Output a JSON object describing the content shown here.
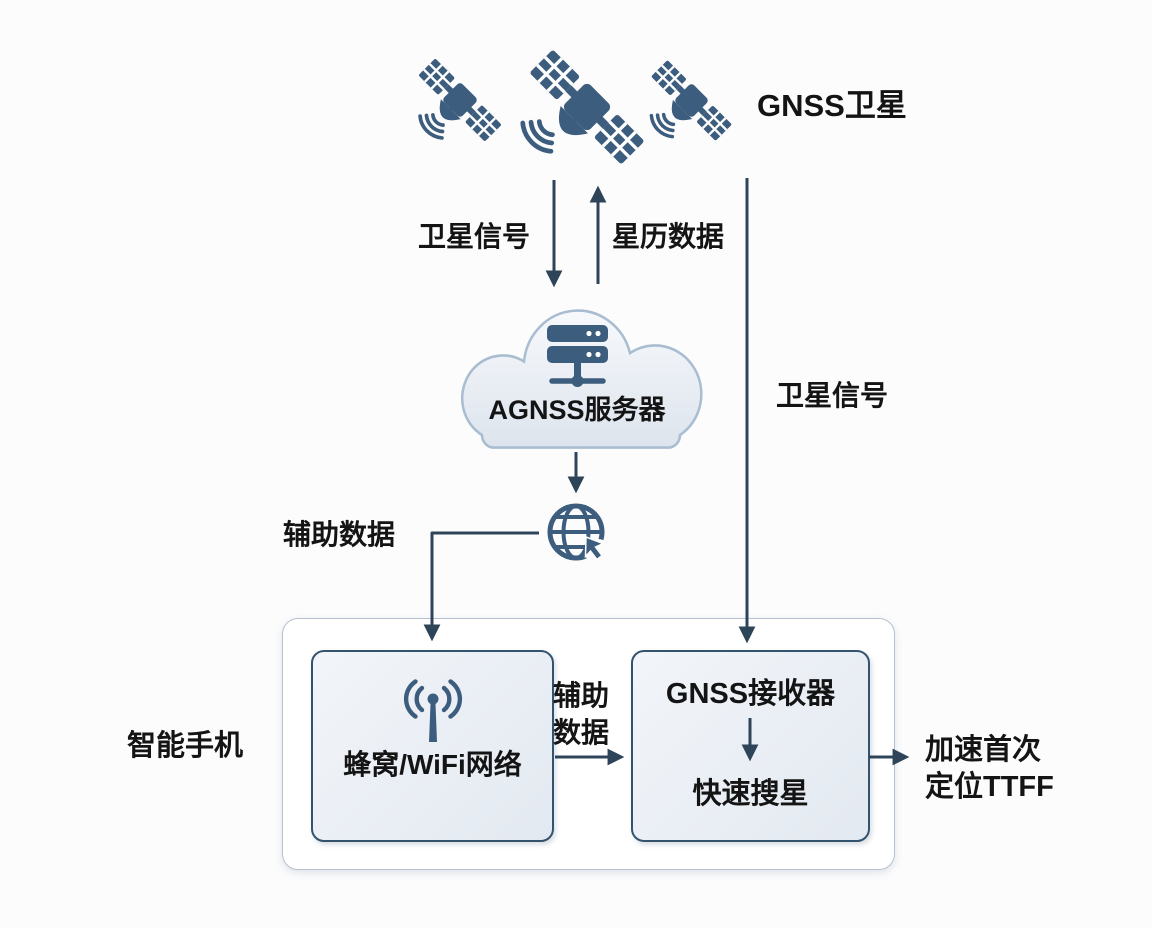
{
  "diagram": {
    "title": "GNSS卫星",
    "nodes": {
      "agnss_server": "AGNSS服务器",
      "smartphone": "智能手机",
      "cellular_wifi": "蜂窝/WiFi网络",
      "gnss_receiver": "GNSS接收器",
      "fast_acquisition": "快速搜星"
    },
    "labels": {
      "satellite_signal_down": "卫星信号",
      "ephemeris_up": "星历数据",
      "satellite_signal_right": "卫星信号",
      "assist_data": "辅助数据",
      "assist_mid_line1": "辅助",
      "assist_mid_line2": "数据",
      "output_line1": "加速首次",
      "output_line2": "定位TTFF"
    },
    "icons": {
      "satellite": "satellite-icon",
      "server": "server-rack-icon",
      "globe": "globe-cursor-icon",
      "antenna": "antenna-broadcast-icon"
    },
    "colors": {
      "icon_slate": "#3c5d7d",
      "arrow": "#2e4459",
      "box_border": "#33536f",
      "outer_border": "#b6c2d0",
      "cloud_border": "#a9bdd1",
      "text": "#141414",
      "background": "#fcfcfd"
    }
  }
}
